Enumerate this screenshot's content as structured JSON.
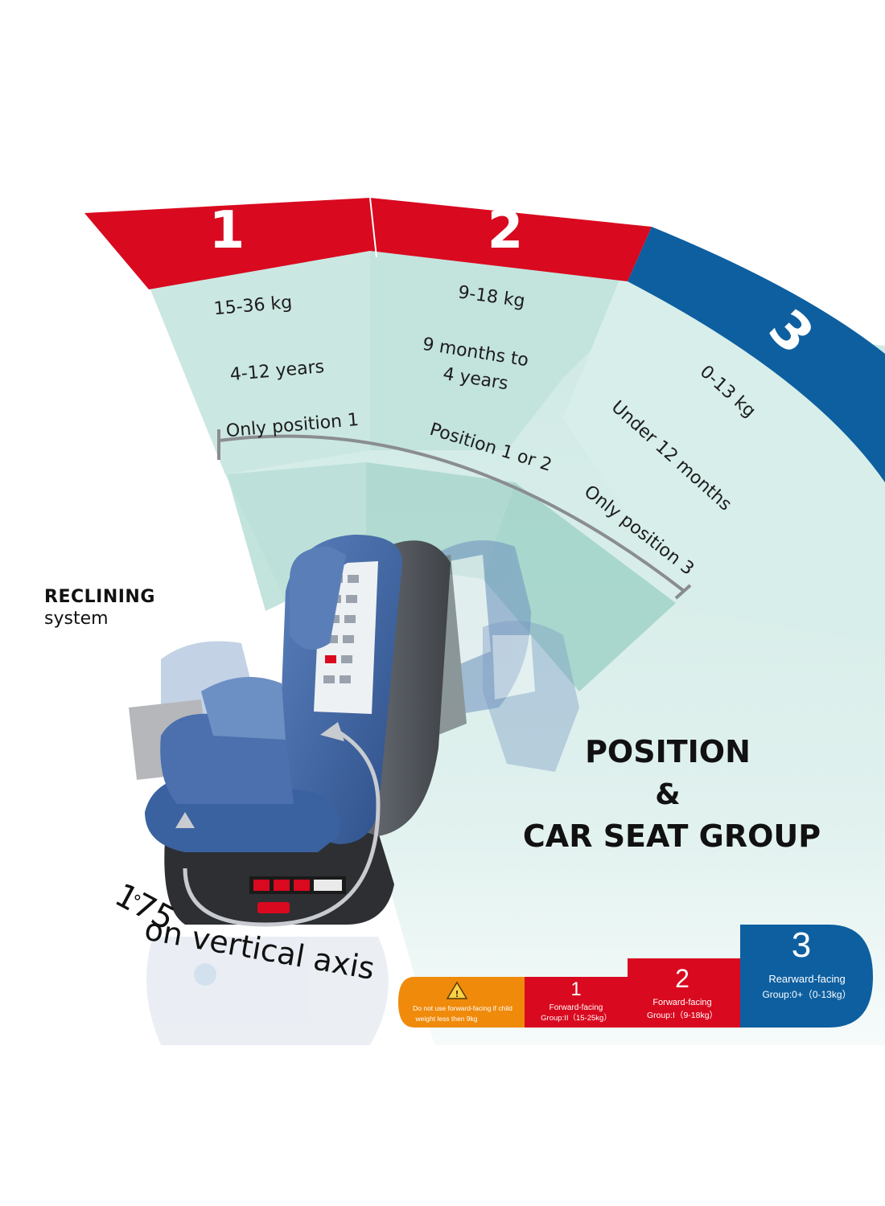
{
  "fan": {
    "segments": [
      {
        "number": "1",
        "weight": "15-36 kg",
        "age": "4-12 years"
      },
      {
        "number": "2",
        "weight": "9-18 kg",
        "age_line1": "9 months to",
        "age_line2": "4 years"
      },
      {
        "number": "3",
        "weight": "0-13 kg",
        "age": "Under 12 months"
      }
    ],
    "ranges": {
      "position1": "Only position 1",
      "position12": "Position 1 or 2",
      "position3": "Only position 3"
    }
  },
  "reclining": {
    "bold": "RECLINING",
    "regular": "system"
  },
  "rotation": {
    "degrees": "175",
    "degree_symbol": "°",
    "text": "on vertical axis"
  },
  "headline": {
    "line1": "POSITION",
    "line2": "&",
    "line3": "CAR SEAT GROUP"
  },
  "legend": {
    "warning": {
      "line1": "Do not use forward-facing if child",
      "line2": "weight less then 9kg"
    },
    "group1": {
      "number": "1",
      "line1": "Forward-facing",
      "line2": "Group:II（15-25kg）"
    },
    "group2": {
      "number": "2",
      "line1": "Forward-facing",
      "line2": "Group:I（9-18kg）"
    },
    "group3": {
      "number": "3",
      "line1": "Rearward-facing",
      "line2": "Group:0+（0-13kg）"
    }
  },
  "colors": {
    "red": "#d9091f",
    "blue": "#0d5fa0",
    "orange": "#ef8a0b",
    "teal_light": "#d3ebe7",
    "teal_mid": "#b5ddd6",
    "seat_blue": "#3e65a3",
    "shell_gray": "#5a5e64"
  }
}
